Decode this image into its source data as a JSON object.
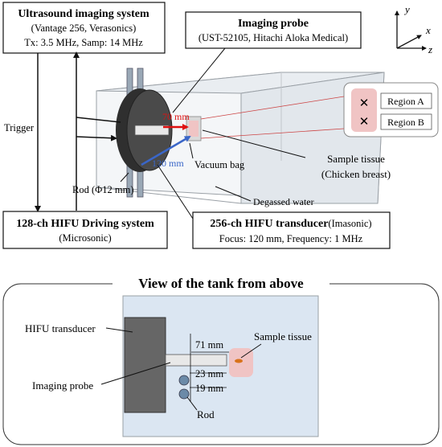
{
  "colors": {
    "tank_fill": "#dbe6f2",
    "tank_edge": "#9aa0a6",
    "transducer": "#3a3a3a",
    "tissue": "#f0c4c4",
    "red_arrow": "#e01010",
    "blue_arrow": "#3a66c8",
    "focus_dot": "#d8731b",
    "rod": "#6b8aa8"
  },
  "us_box": {
    "title": "Ultrasound imaging system",
    "line2": "(Vantage 256, Verasonics)",
    "line3": "Tx: 3.5 MHz, Samp: 14 MHz"
  },
  "probe_box": {
    "title": "Imaging probe",
    "line2": "(UST-52105, Hitachi Aloka Medical)"
  },
  "axes": {
    "y": "y",
    "x": "x",
    "z": "z"
  },
  "labels": {
    "trigger": "Trigger",
    "dist_70": "70 mm",
    "dist_120": "120 mm",
    "vacuum_bag": "Vacuum bag",
    "rod": "Rod (Φ12 mm)",
    "degassed_water": "Degassed water",
    "region_a": "Region A",
    "region_b": "Region B",
    "sample_tissue": "Sample tissue",
    "chicken_breast": "(Chicken breast)"
  },
  "driving_box": {
    "title": "128-ch HIFU Driving system",
    "line2": "(Microsonic)"
  },
  "transducer_box": {
    "title": "256-ch HIFU transducer",
    "maker": "(Imasonic)",
    "line2": "Focus: 120 mm, Frequency: 1 MHz"
  },
  "top_view": {
    "title": "View of the tank from above",
    "hifu_transducer": "HIFU transducer",
    "imaging_probe": "Imaging probe",
    "sample_tissue": "Sample tissue",
    "rod": "Rod",
    "dist_71": "71 mm",
    "dist_23": "23 mm",
    "dist_19": "19 mm"
  }
}
